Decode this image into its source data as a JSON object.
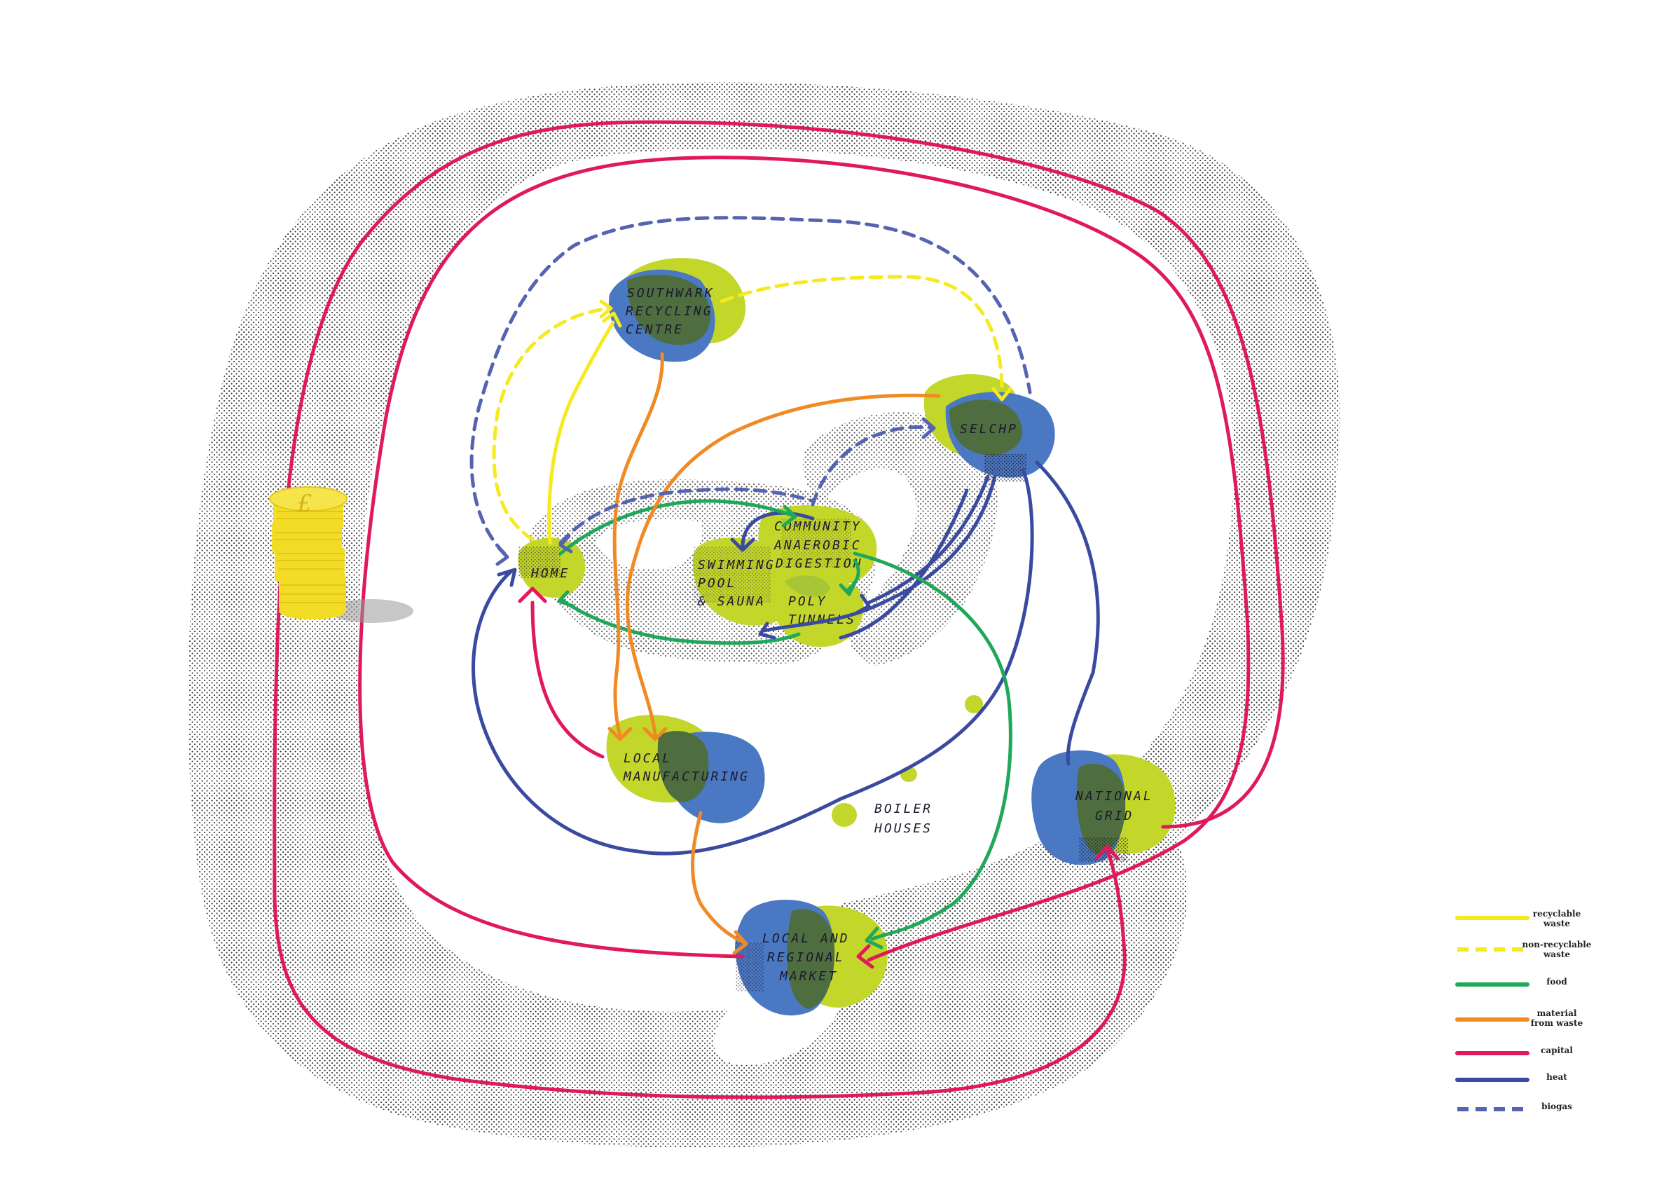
{
  "colors": {
    "recyclable_waste": "#f5ea1f",
    "non_recyclable_waste": "#f5ea1f",
    "food": "#1fa85a",
    "material_from_waste": "#f08a24",
    "capital": "#e0195a",
    "heat": "#3a4aa0",
    "biogas": "#5563b0",
    "node_green": "#c3d62a",
    "node_blue": "#4a78c2",
    "node_overlap": "#4f6e3f",
    "coin": "#f2dc25",
    "stipple": "#333333"
  },
  "nodes": {
    "southwark": [
      "SOUTHWARK",
      "RECYCLING",
      "CENTRE"
    ],
    "selchp": [
      "SELCHP"
    ],
    "home": [
      "HOME"
    ],
    "anaerobic": [
      "COMMUNITY",
      "ANAEROBIC",
      "DIGESTION"
    ],
    "swimming": [
      "SWIMMING",
      "POOL",
      "& SAUNA"
    ],
    "poly": [
      "POLY",
      "TUNNELS"
    ],
    "manufacturing": [
      "LOCAL",
      "MANUFACTURING"
    ],
    "boiler": [
      "BOILER",
      "HOUSES"
    ],
    "grid": [
      "NATIONAL",
      "GRID"
    ],
    "market": [
      "LOCAL AND",
      "REGIONAL",
      "MARKET"
    ]
  },
  "coin_icon": "pound-coin-stack-icon",
  "legend": [
    {
      "key": "recyclable",
      "lines": [
        "recyclable",
        "waste"
      ],
      "style": "solid"
    },
    {
      "key": "non_recyclable",
      "lines": [
        "non-recyclable",
        "waste"
      ],
      "style": "dashed"
    },
    {
      "key": "food",
      "lines": [
        "food"
      ],
      "style": "solid"
    },
    {
      "key": "material",
      "lines": [
        "material",
        "from waste"
      ],
      "style": "solid"
    },
    {
      "key": "capital",
      "lines": [
        "capital"
      ],
      "style": "solid"
    },
    {
      "key": "heat",
      "lines": [
        "heat"
      ],
      "style": "solid"
    },
    {
      "key": "biogas",
      "lines": [
        "biogas"
      ],
      "style": "dashed"
    }
  ]
}
